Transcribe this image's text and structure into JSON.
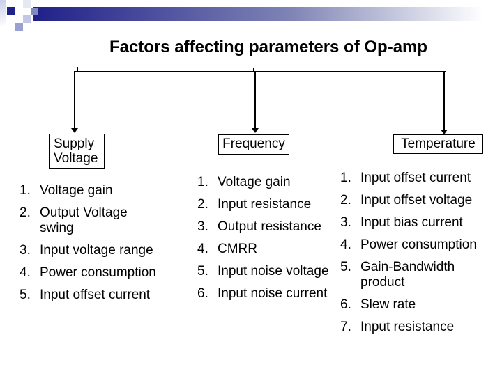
{
  "title": "Factors affecting parameters of Op-amp",
  "colors": {
    "accent_navy": "#1f2089",
    "text": "#000000",
    "background": "#ffffff"
  },
  "columns": [
    {
      "id": "supply-voltage",
      "box_label": "Supply Voltage",
      "items": [
        "Voltage gain",
        "Output Voltage swing",
        "Input voltage range",
        "Power consumption",
        "Input offset current"
      ]
    },
    {
      "id": "frequency",
      "box_label": "Frequency",
      "items": [
        "Voltage gain",
        "Input resistance",
        "Output resistance",
        "CMRR",
        "Input noise voltage",
        "Input noise current"
      ]
    },
    {
      "id": "temperature",
      "box_label": "Temperature",
      "items": [
        "Input offset current",
        "Input offset voltage",
        "Input bias current",
        "Power consumption",
        "Gain-Bandwidth product",
        "Slew rate",
        "Input resistance"
      ]
    }
  ]
}
